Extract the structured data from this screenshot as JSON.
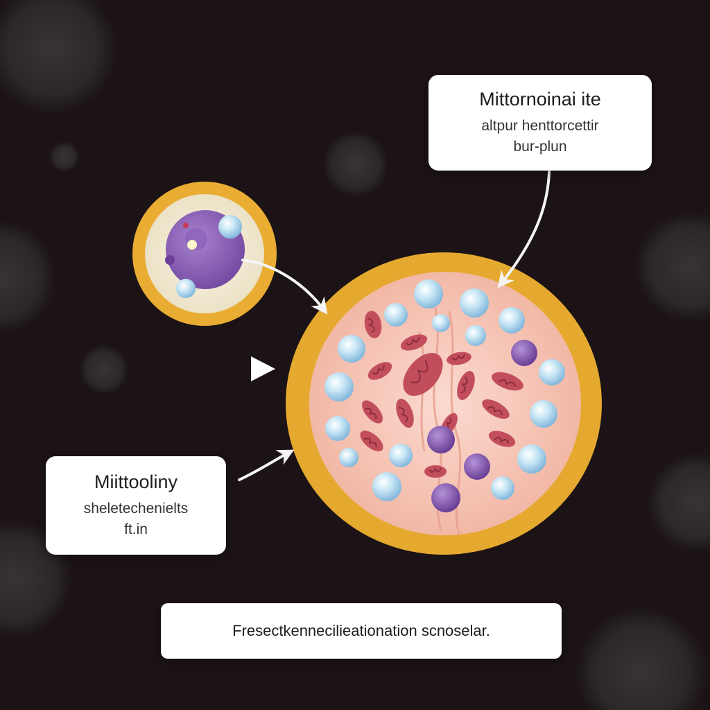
{
  "labels": {
    "top": {
      "title": "Mittornoinai ite",
      "lines": [
        "altpur henttorcettir",
        "bur-plun"
      ]
    },
    "left": {
      "title": "Miittooliny",
      "lines": [
        "sheletechenielts",
        "ft.in"
      ]
    },
    "bottom": {
      "text": "Fresectkennecilieationation scnoselar."
    }
  },
  "colors": {
    "background": "#1b1315",
    "membrane": "#e8ac33",
    "cytoplasm": "#f6c5b7",
    "small_cell_interior": "#f1ead6",
    "nucleus": "#8b62b3",
    "vesicle": "#b9def0",
    "mitochondria": "#c24e5c",
    "purple_organelle": "#7a4fa3",
    "arrow": "#f4f4f4"
  }
}
